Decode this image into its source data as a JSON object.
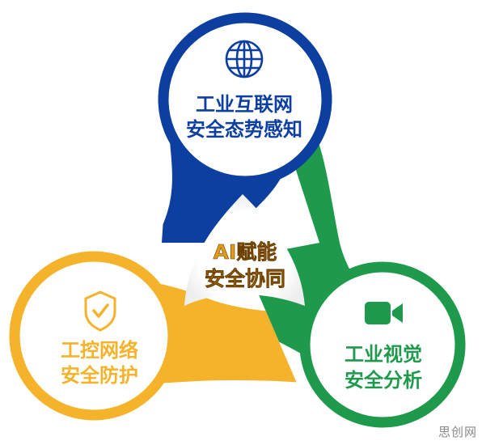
{
  "colors": {
    "blue": "#0d3fa0",
    "green": "#1f9a4d",
    "yellow": "#f4b32a",
    "center_text": "#e09a1c"
  },
  "center": {
    "line1": "AI赋能",
    "line2": "安全协同"
  },
  "nodes": {
    "top": {
      "icon": "globe-icon",
      "line1": "工业互联网",
      "line2": "安全态势感知"
    },
    "left": {
      "icon": "shield-check-icon",
      "line1": "工控网络",
      "line2": "安全防护"
    },
    "right": {
      "icon": "video-camera-icon",
      "line1": "工业视觉",
      "line2": "安全分析"
    }
  },
  "watermark": "思创网"
}
